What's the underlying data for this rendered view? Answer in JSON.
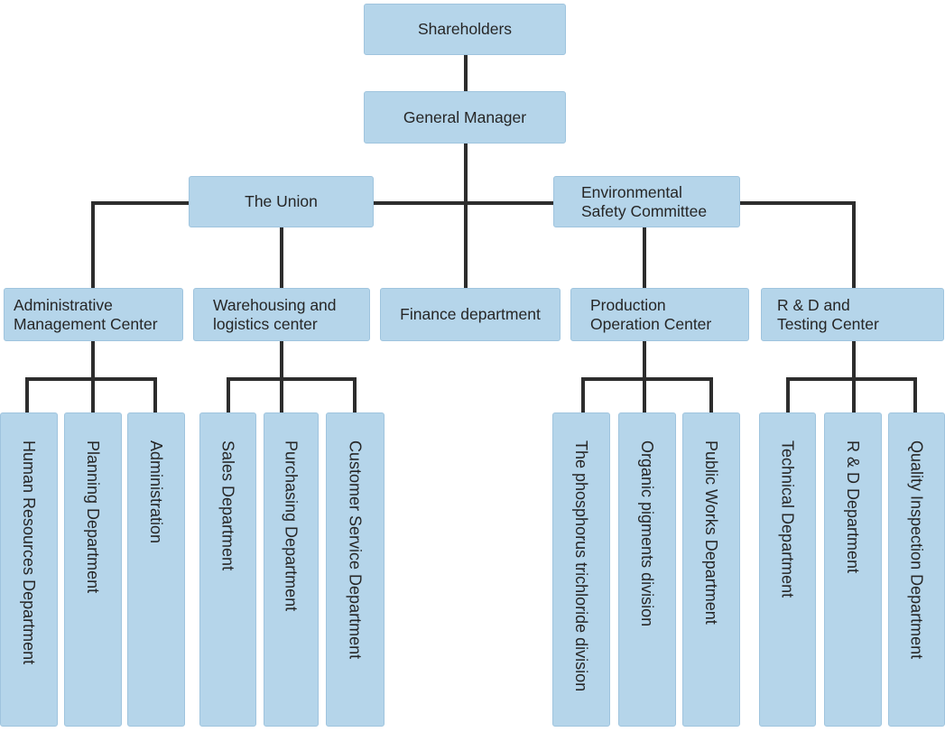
{
  "palette": {
    "node_fill": "#b5d5ea",
    "node_border": "#9fc4de",
    "connector_color": "#2d2d2d",
    "text_color": "#262626",
    "background": "#ffffff"
  },
  "org": {
    "shareholders": {
      "label": "Shareholders"
    },
    "general_manager": {
      "label": "General Manager"
    },
    "the_union": {
      "label": "The Union"
    },
    "environmental_safety_committee": {
      "label": "Environmental\nSafety Committee"
    },
    "administrative_management_center": {
      "label": "Administrative\nManagement Center"
    },
    "warehousing_logistics_center": {
      "label": "Warehousing and\nlogistics center"
    },
    "finance_department": {
      "label": "Finance department"
    },
    "production_operation_center": {
      "label": "Production\nOperation Center"
    },
    "rd_testing_center": {
      "label": "R & D and\nTesting Center"
    },
    "human_resources_department": {
      "label": "Human Resources Department"
    },
    "planning_department": {
      "label": "Planning Department"
    },
    "administration": {
      "label": "Administration"
    },
    "sales_department": {
      "label": "Sales Department"
    },
    "purchasing_department": {
      "label": "Purchasing Department"
    },
    "customer_service_department": {
      "label": "Customer Service Department"
    },
    "phosphorus_trichloride_division": {
      "label": "The phosphorus trichloride division"
    },
    "organic_pigments_division": {
      "label": "Organic pigments division"
    },
    "public_works_department": {
      "label": "Public Works Department"
    },
    "technical_department": {
      "label": "Technical Department"
    },
    "rd_department": {
      "label": "R & D Department"
    },
    "quality_inspection_department": {
      "label": "Quality Inspection Department"
    }
  },
  "hierarchy": {
    "Shareholders": [
      "General Manager"
    ],
    "General Manager": [
      "The Union",
      "Environmental Safety Committee",
      "Finance department"
    ],
    "The Union": [
      "Administrative Management Center",
      "Warehousing and logistics center"
    ],
    "Environmental Safety Committee": [
      "Production Operation Center",
      "R & D and Testing Center"
    ],
    "Administrative Management Center": [
      "Human Resources Department",
      "Planning Department",
      "Administration"
    ],
    "Warehousing and logistics center": [
      "Sales Department",
      "Purchasing Department",
      "Customer Service Department"
    ],
    "Production Operation Center": [
      "The phosphorus trichloride division",
      "Organic pigments division",
      "Public Works Department"
    ],
    "R & D and Testing Center": [
      "Technical Department",
      "R & D Department",
      "Quality Inspection Department"
    ]
  }
}
